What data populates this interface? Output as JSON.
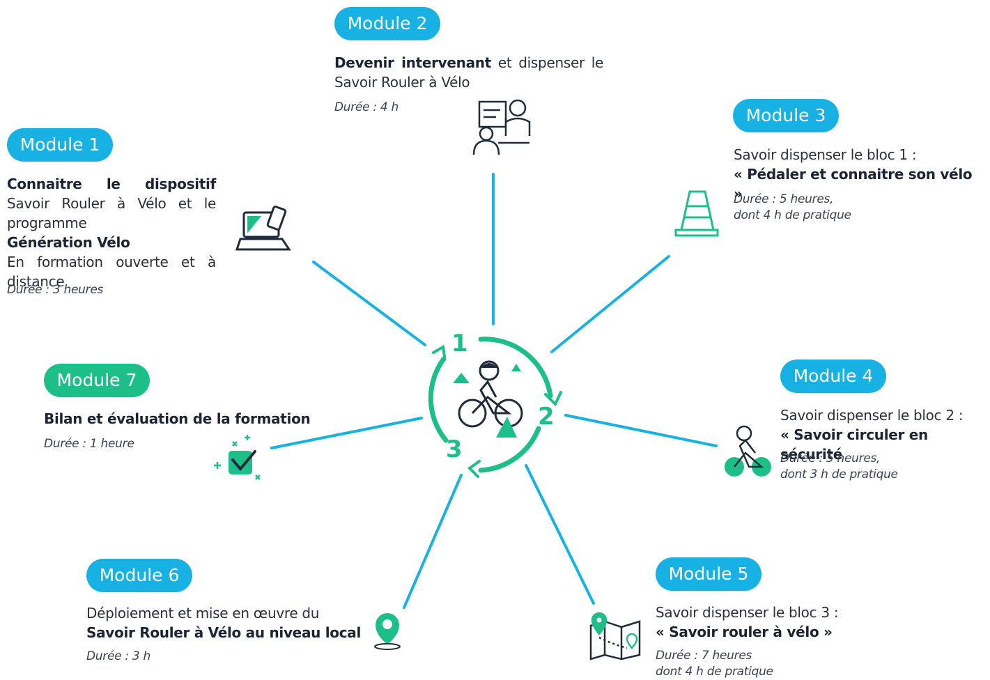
{
  "center": {
    "step1": "1",
    "step2": "2",
    "step3": "3"
  },
  "modules": [
    {
      "badge": "Module 1",
      "line1_bold": "Connaitre le dispositif",
      "line1_rest": " Savoir Rouler à Vélo et le programme",
      "line2_bold": "Génération Vélo",
      "line3": "En formation ouverte et à distance",
      "duration": "Durée : 3 heures"
    },
    {
      "badge": "Module 2",
      "bold": "Devenir intervenant",
      "rest": " et dispenser le Savoir Rouler à Vélo",
      "duration": "Durée : 4 h"
    },
    {
      "badge": "Module 3",
      "line1": "Savoir dispenser le bloc 1  :",
      "line2": "« Pédaler et connaitre son vélo »",
      "duration1": "Durée : 5 heures,",
      "duration2": "dont 4 h de pratique"
    },
    {
      "badge": "Module 4",
      "line1": "Savoir dispenser le bloc 2 :",
      "line2": "« Savoir circuler en sécurité",
      "duration1": "Durée : 5 heures,",
      "duration2": "dont 3 h de pratique"
    },
    {
      "badge": "Module 5",
      "line1": "Savoir dispenser le bloc 3 :",
      "line2": "« Savoir rouler à vélo »",
      "duration1": "Durée : 7 heures",
      "duration2": "dont 4 h de pratique"
    },
    {
      "badge": "Module 6",
      "line1": "Déploiement et mise en œuvre du",
      "line2": "Savoir Rouler à Vélo au niveau local",
      "duration": "Durée : 3 h"
    },
    {
      "badge": "Module 7",
      "title": "Bilan et évaluation de la formation",
      "duration": "Durée : 1 heure"
    }
  ],
  "colors": {
    "blue": "#17b2e3",
    "green": "#1dbf89",
    "text": "#2a2f3a"
  }
}
